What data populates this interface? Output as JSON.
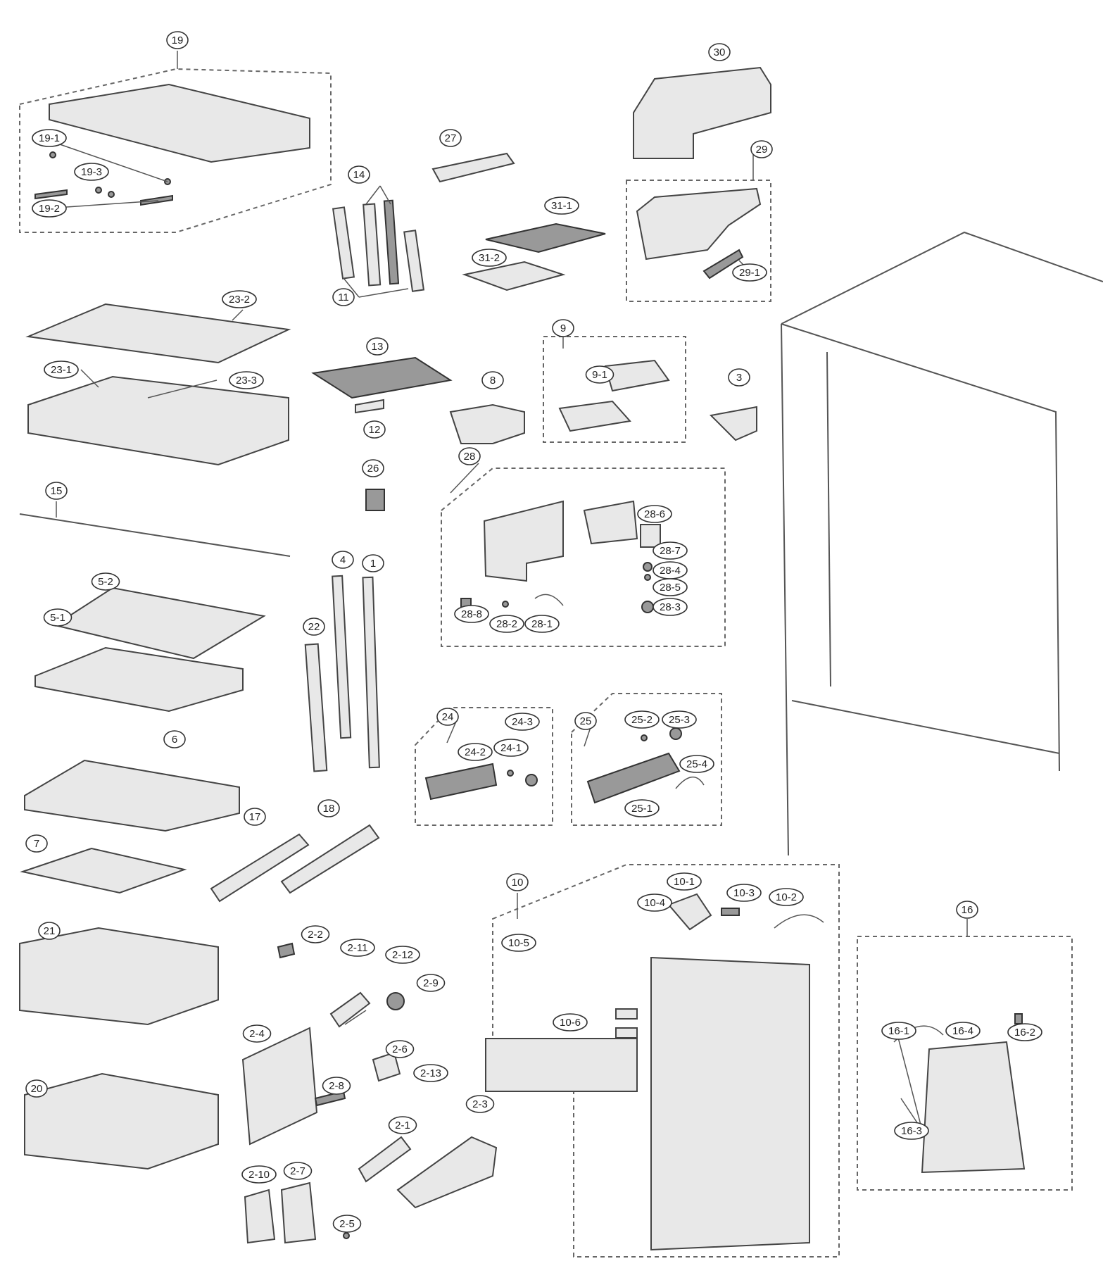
{
  "labels": [
    "19",
    "19-1",
    "19-3",
    "19-2",
    "14",
    "11",
    "27",
    "31-1",
    "31-2",
    "30",
    "29",
    "29-1",
    "23-2",
    "23-1",
    "23-3",
    "13",
    "12",
    "8",
    "9",
    "9-1",
    "3",
    "15",
    "26",
    "28",
    "28-6",
    "28-7",
    "28-4",
    "28-5",
    "28-3",
    "28-8",
    "28-2",
    "28-1",
    "5-2",
    "5-1",
    "22",
    "4",
    "1",
    "6",
    "7",
    "17",
    "18",
    "24",
    "24-2",
    "24-1",
    "24-3",
    "25",
    "25-2",
    "25-3",
    "25-4",
    "25-1",
    "21",
    "20",
    "2-2",
    "2-11",
    "2-12",
    "2-4",
    "2-9",
    "2-6",
    "2-8",
    "2-13",
    "2-3",
    "2-1",
    "2-10",
    "2-7",
    "2-5",
    "10",
    "10-4",
    "10-1",
    "10-3",
    "10-2",
    "10-5",
    "10-6",
    "16",
    "16-1",
    "16-4",
    "16-2",
    "16-3"
  ]
}
